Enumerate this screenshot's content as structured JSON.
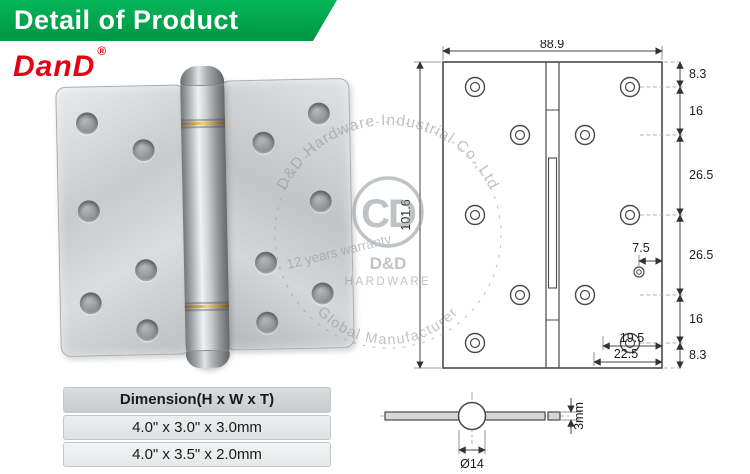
{
  "banner": {
    "title": "Detail of Product"
  },
  "logo": {
    "name": "DanD",
    "reg": "®"
  },
  "colors": {
    "banner_green": "#00A64F",
    "logo_red": "#E60012"
  },
  "drawing": {
    "width": "88.9",
    "height": "101.6",
    "right_dims": [
      "8.3",
      "16",
      "26.5",
      "26.5",
      "16",
      "8.3"
    ],
    "hole_offset": "7.5",
    "bottom_dim_1": "19.5",
    "bottom_dim_2": "22.5",
    "thickness": "3mm",
    "knuckle_diameter": "Ø14"
  },
  "watermark": {
    "arc_top": "D&D Hardware Industrial Co.,Ltd",
    "warranty": "12 years warranty",
    "monogram": "CD",
    "brand_line1": "D&D",
    "brand_line2": "HARDWARE",
    "arc_bottom": "Global Manufacturer"
  },
  "table": {
    "header": "Dimension(H x W x T)",
    "rows": [
      "4.0\" x 3.0\" x 3.0mm",
      "4.0\" x 3.5\" x 2.0mm"
    ]
  }
}
